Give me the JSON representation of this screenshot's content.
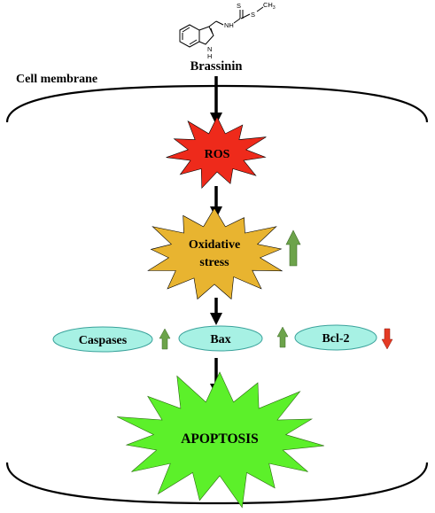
{
  "compound": {
    "name": "Brassinin",
    "atoms": {
      "s1": "S",
      "s2": "S",
      "ch3": "CH",
      "ch3_sub": "3",
      "nh1": "NH",
      "nh2": "N",
      "nh2_h": "H"
    }
  },
  "membrane_label": "Cell membrane",
  "nodes": {
    "ros": "ROS",
    "oxidative_stress_line1": "Oxidative",
    "oxidative_stress_line2": "stress",
    "apoptosis": "APOPTOSIS"
  },
  "proteins": [
    {
      "label": "Caspases",
      "trend": "up"
    },
    {
      "label": "Bax",
      "trend": "up"
    },
    {
      "label": "Bcl-2",
      "trend": "down"
    }
  ],
  "oxidative_stress_trend": "up",
  "colors": {
    "ros_fill": "#ee2a1b",
    "stress_fill": "#e8b430",
    "apoptosis_fill": "#5cf02a",
    "protein_fill": "#a7f1e4",
    "up_arrow": "#6ca34a",
    "down_arrow": "#e43a24"
  }
}
